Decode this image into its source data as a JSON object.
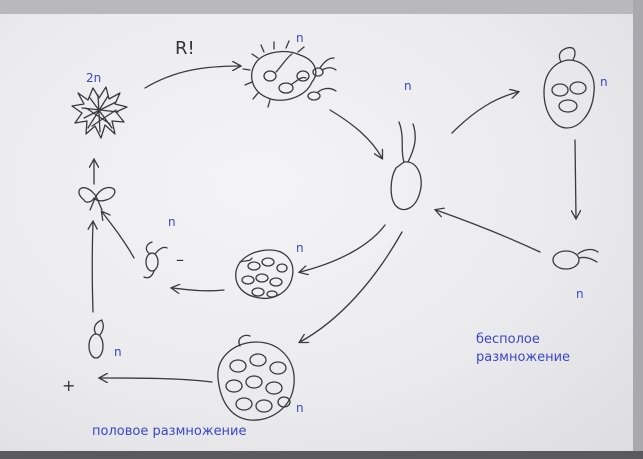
{
  "labels": {
    "ploidy_2n": "2n",
    "ploidy_n": "n"
  },
  "handwritten": {
    "meiosis_mark": "R!",
    "plus": "+",
    "minus": "–"
  },
  "captions": {
    "asexual_line1": "бесполое",
    "asexual_line2": "размножение",
    "sexual": "половое размножение"
  }
}
